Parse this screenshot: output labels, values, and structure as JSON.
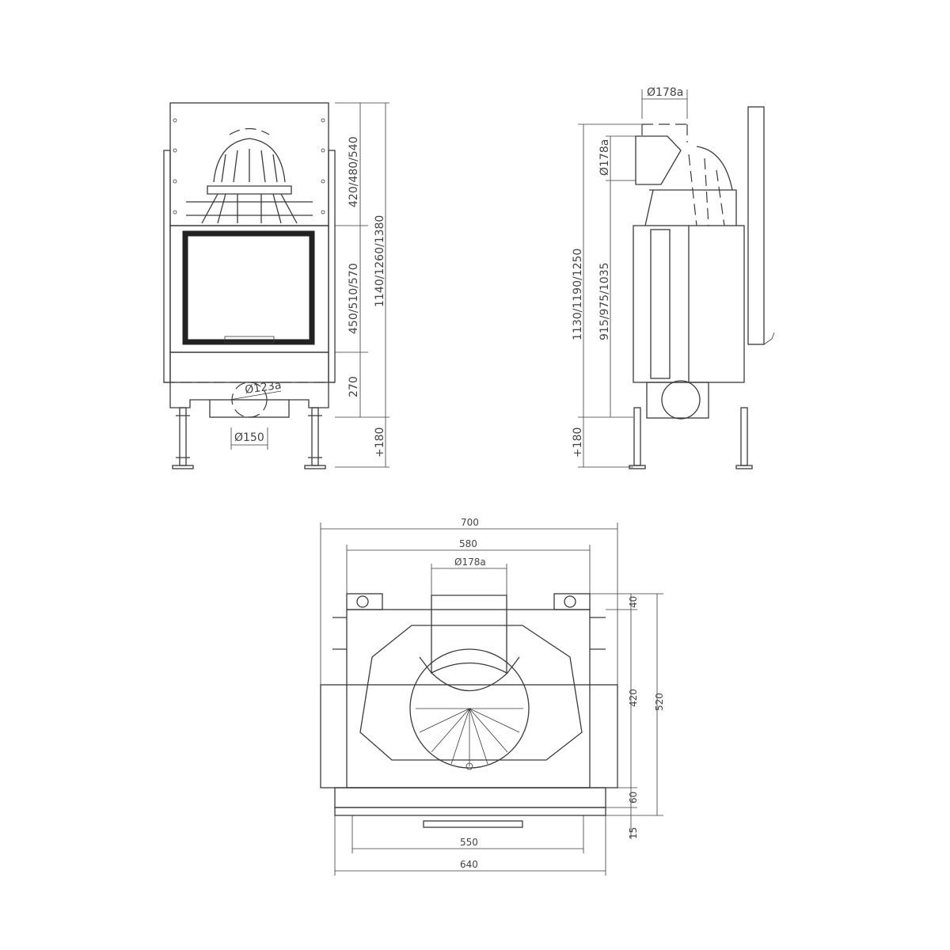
{
  "front_view": {
    "dim_top": "420/480/540",
    "dim_door": "450/510/570",
    "dim_base": "270",
    "dim_total": "1140/1260/1380",
    "dim_legs": "+180",
    "dim_air_inlet": "Ø123a",
    "dim_outlet": "Ø150"
  },
  "side_view": {
    "dim_flue_top": "Ø178a",
    "dim_flue_side": "Ø178a",
    "dim_total": "1130/1190/1250",
    "dim_outlet_height": "915/975/1035",
    "dim_legs": "+180"
  },
  "top_view": {
    "dim_width_outer": "700",
    "dim_width_body": "580",
    "dim_flue": "Ø178a",
    "dim_back": "40",
    "dim_depth_body": "420",
    "dim_depth_total": "520",
    "dim_front": "60",
    "dim_frame": "15",
    "dim_width_door": "550",
    "dim_width_front": "640"
  }
}
